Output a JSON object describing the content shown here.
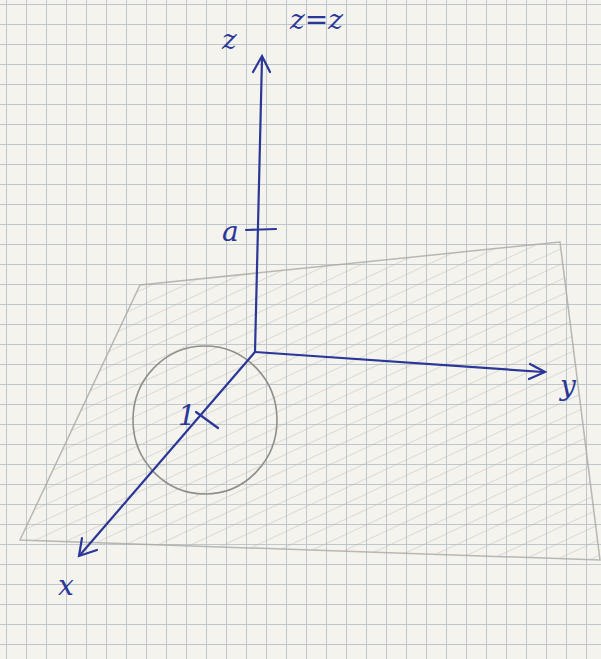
{
  "diagram": {
    "labels": [
      "z",
      "z=z",
      "a",
      "y",
      "x",
      "1"
    ]
  }
}
